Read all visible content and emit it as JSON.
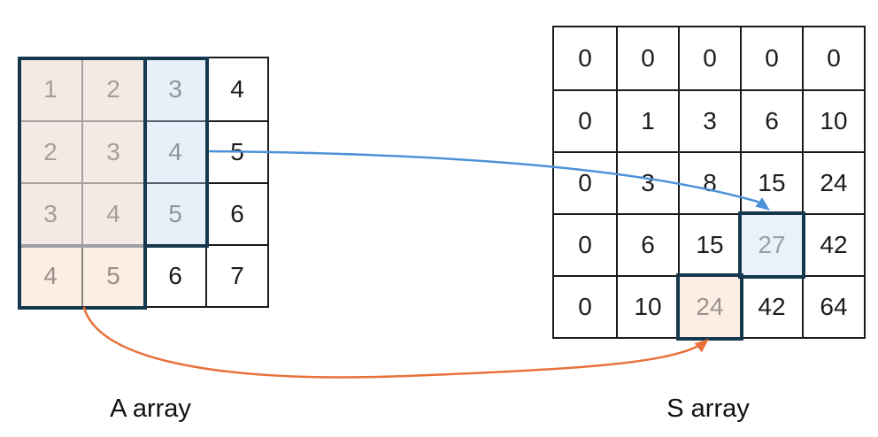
{
  "a_array": {
    "label": "A array",
    "grid": [
      [
        "1",
        "2",
        "3",
        "4"
      ],
      [
        "2",
        "3",
        "4",
        "5"
      ],
      [
        "3",
        "4",
        "5",
        "6"
      ],
      [
        "4",
        "5",
        "6",
        "7"
      ]
    ],
    "highlight_regions": {
      "blue": {
        "row_start": 0,
        "row_end": 2,
        "col_start": 0,
        "col_end": 2
      },
      "orange": {
        "row_start": 0,
        "row_end": 3,
        "col_start": 0,
        "col_end": 1
      }
    }
  },
  "s_array": {
    "label": "S array",
    "grid": [
      [
        "0",
        "0",
        "0",
        "0",
        "0"
      ],
      [
        "0",
        "1",
        "3",
        "6",
        "10"
      ],
      [
        "0",
        "3",
        "8",
        "15",
        "24"
      ],
      [
        "0",
        "6",
        "15",
        "27",
        "42"
      ],
      [
        "0",
        "10",
        "24",
        "42",
        "64"
      ]
    ],
    "highlight_cells": [
      {
        "row": 3,
        "col": 3,
        "type": "blue",
        "value": "27"
      },
      {
        "row": 4,
        "col": 2,
        "type": "orange",
        "value": "24"
      }
    ]
  },
  "arrows": [
    {
      "name": "blue-arrow",
      "from": "A array blue region",
      "to": "S array cell 27"
    },
    {
      "name": "orange-arrow",
      "from": "A array orange region",
      "to": "S array cell 24"
    }
  ],
  "colors": {
    "navy_outline": "#16384e",
    "blue_arrow": "#4d92d8",
    "orange_arrow": "#e8713a",
    "blue_cell_bg": "#e7eff8",
    "blue_cell_text": "#8d969e",
    "peach_cell_bg": "#fbeee3",
    "peach_cell_text": "#9a9089",
    "overlap_cell_bg": "#f3eae5",
    "overlap_cell_text": "#a79e99",
    "s_blue_cell_bg": "#e9f1f9",
    "s_blue_cell_text": "#94a0ab",
    "s_peach_cell_bg": "#fceee4",
    "s_peach_cell_text": "#9d948d",
    "grid_line": "#1a1a1a",
    "text": "#1c1c1c",
    "overlap_line": "#ab9f9c",
    "blue_line": "#51626e",
    "muted_navy_line": "#9aa0a4",
    "peach_line": "#8b8480"
  }
}
